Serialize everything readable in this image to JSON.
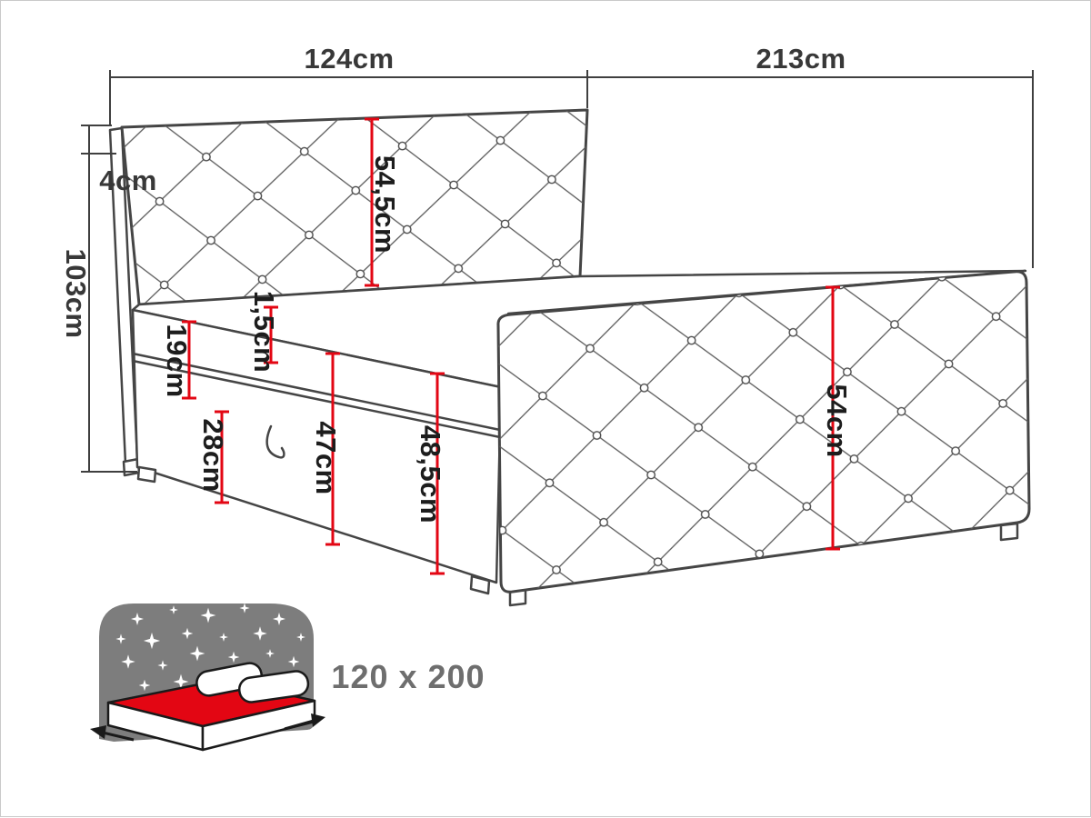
{
  "diagram": {
    "top_dimensions": {
      "bed_width": "124cm",
      "bed_length": "213cm"
    },
    "left_dimensions": {
      "headboard_depth": "4cm",
      "total_height": "103cm"
    },
    "red_dimensions": {
      "headboard_height": "54,5cm",
      "mattress_height": "19cm",
      "topper_height": "1,5cm",
      "drawer_height": "28cm",
      "base_height": "47cm",
      "base_total_height": "48,5cm",
      "footboard_height": "54cm"
    }
  },
  "badge": {
    "size_label": "120 x 200"
  },
  "icons": {
    "storage_bed_icon": "storage-bed-with-mattress-and-pillows"
  },
  "colors": {
    "highlight_red": "#e30613",
    "line_dark": "#454545",
    "dimension_text": "#383838",
    "icon_gray": "#7d7d7d",
    "badge_text": "#6e6e6e"
  }
}
